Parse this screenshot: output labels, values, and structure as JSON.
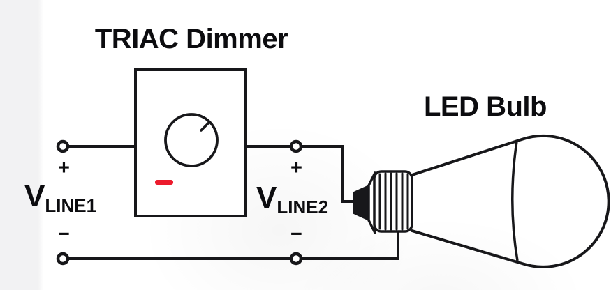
{
  "colors": {
    "line": "#17171a",
    "text": "#0c0c0f",
    "indicator-red": "#ec1b2d",
    "paper": "#ffffff",
    "left-strip": "#f2f2f3"
  },
  "diagram": {
    "dimmer": {
      "title": "TRIAC Dimmer",
      "knob_icon": "rotary-knob-pointer-upper-right",
      "indicator_icon": "red-minus-dash"
    },
    "bulb": {
      "title": "LED Bulb"
    },
    "vline1": {
      "symbol": "V",
      "subscript": "LINE1",
      "plus": "+",
      "minus": "−"
    },
    "vline2": {
      "symbol": "V",
      "subscript": "LINE2",
      "plus": "+",
      "minus": "−"
    }
  },
  "components": [
    {
      "name": "vline1-port",
      "label": "VLINE1"
    },
    {
      "name": "triac-dimmer",
      "label": "TRIAC Dimmer"
    },
    {
      "name": "vline2-port",
      "label": "VLINE2"
    },
    {
      "name": "led-bulb",
      "label": "LED Bulb"
    }
  ]
}
